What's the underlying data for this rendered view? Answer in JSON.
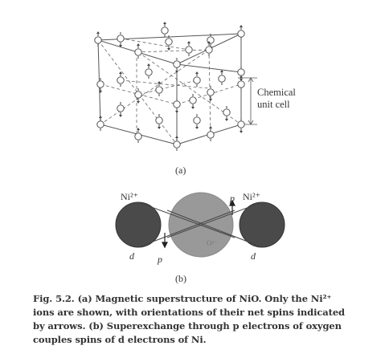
{
  "figure": {
    "labels": {
      "unit_cell_line1": "Chemical",
      "unit_cell_line2": "unit cell",
      "panel_a": "(a)",
      "panel_b": "(b)",
      "ni_left": "Ni²⁺",
      "ni_right": "Ni²⁺",
      "p_top": "p",
      "p_bottom": "p",
      "d_left": "d",
      "d_right": "d",
      "oxygen": "O²⁻"
    },
    "caption": {
      "line1": "Fig. 5.2.   (a) Magnetic superstructure of NiO.   Only the Ni²⁺",
      "line2": "ions are shown, with orientations of their net spins indicated",
      "line3": "by arrows.  (b) Superexchange through p electrons of oxygen",
      "line4": "couples spins of d electrons of Ni."
    }
  }
}
